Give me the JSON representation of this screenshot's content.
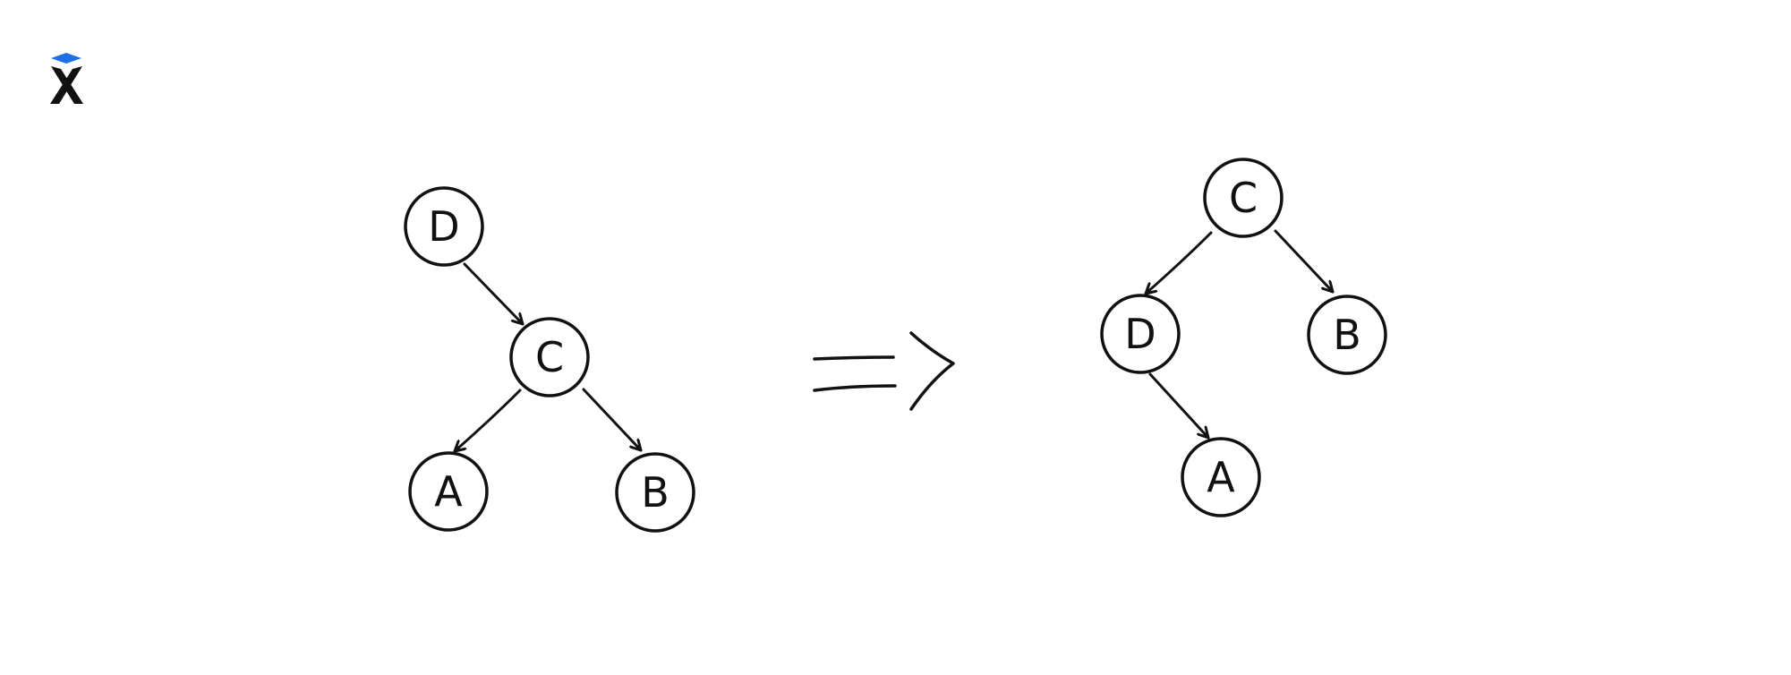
{
  "logo": {
    "icon": "excalidraw-logo-icon",
    "accent": "#1e6ee8",
    "mark": "#111111"
  },
  "diagram": {
    "before": {
      "nodes": [
        {
          "id": "D",
          "label": "D"
        },
        {
          "id": "C",
          "label": "C"
        },
        {
          "id": "A",
          "label": "A"
        },
        {
          "id": "B",
          "label": "B"
        }
      ],
      "edges": [
        {
          "from": "D",
          "to": "C"
        },
        {
          "from": "C",
          "to": "A"
        },
        {
          "from": "C",
          "to": "B"
        }
      ]
    },
    "after": {
      "nodes": [
        {
          "id": "C",
          "label": "C"
        },
        {
          "id": "D",
          "label": "D"
        },
        {
          "id": "B",
          "label": "B"
        },
        {
          "id": "A",
          "label": "A"
        }
      ],
      "edges": [
        {
          "from": "C",
          "to": "D"
        },
        {
          "from": "C",
          "to": "B"
        },
        {
          "from": "D",
          "to": "A"
        }
      ]
    },
    "transition_icon": "implies-arrow-icon"
  }
}
